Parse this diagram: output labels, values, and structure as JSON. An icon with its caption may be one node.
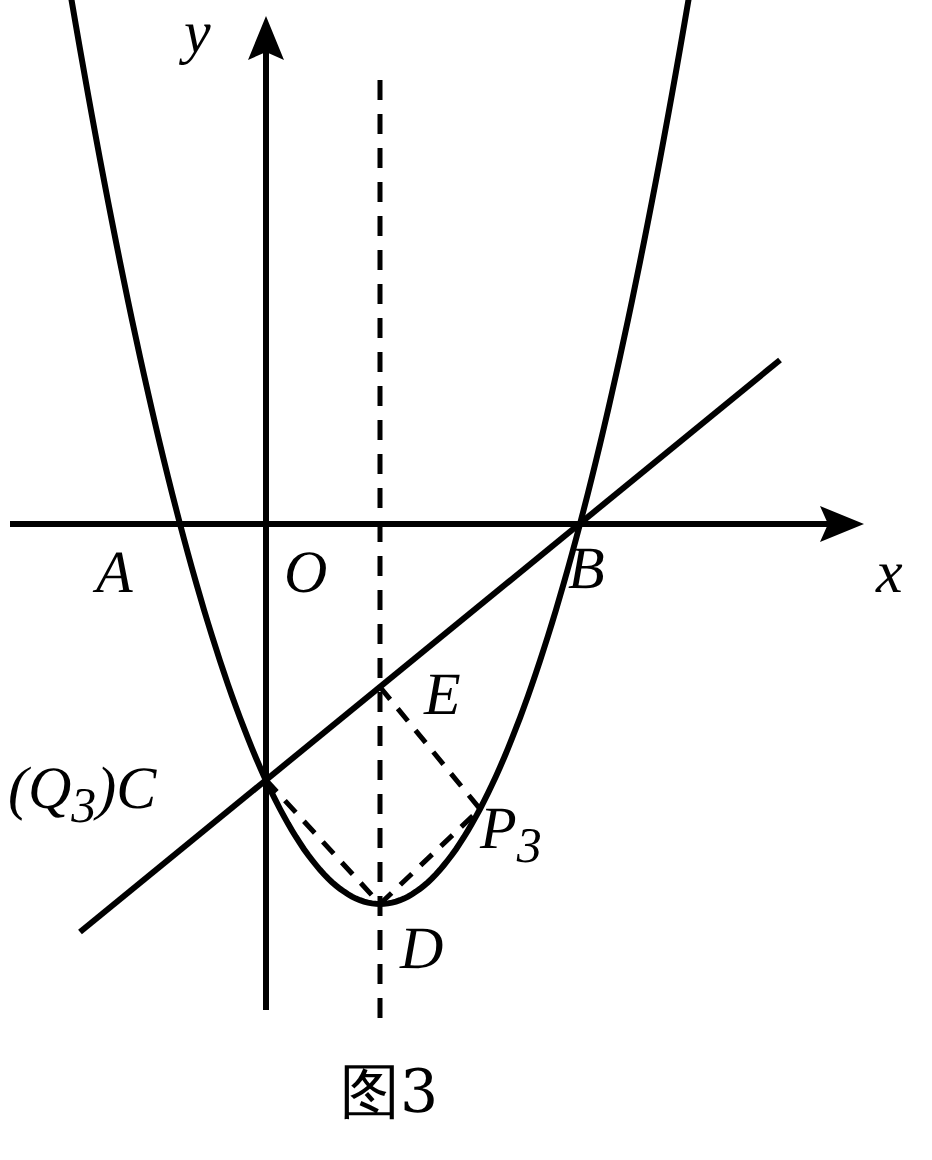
{
  "diagram": {
    "caption": "图3",
    "labels": [
      "y",
      "A",
      "O",
      "B",
      "x",
      "E",
      "(Q$_{3}$)C",
      "P$_{3}$",
      "D"
    ]
  }
}
